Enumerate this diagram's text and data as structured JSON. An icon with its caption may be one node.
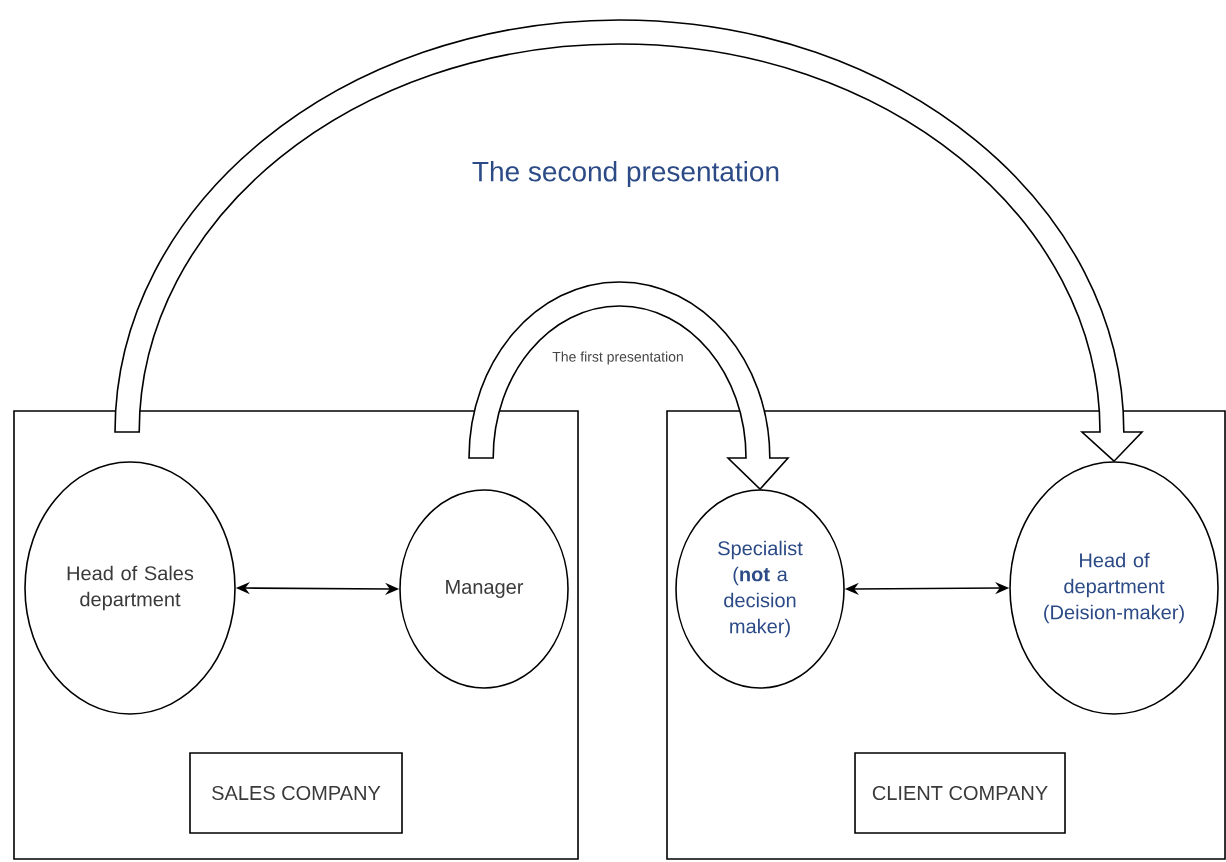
{
  "diagram": {
    "nodes": [
      {
        "text": [],
        "shape": "box"
      },
      {
        "text": [
          "Head of Sales department"
        ],
        "in": 0
      },
      {
        "text": [
          "Manager"
        ],
        "in": 0
      },
      {
        "text": [
          "SALES COMPANY"
        ],
        "in": 0
      },
      {
        "text": [],
        "shape": "box"
      },
      {
        "text": [
          "Specialist (**not** a decision maker)"
        ],
        "in": 4
      },
      {
        "text": [
          "Head of department (Deision-maker)"
        ],
        "in": 4
      },
      {
        "text": [
          "CLIENT COMPANY"
        ],
        "in": 4
      }
    ],
    "edges": [
      {
        "from": 1,
        "to": 2,
        "arrow": "both"
      },
      {
        "from": 5,
        "to": 6,
        "arrow": "both"
      },
      {
        "from": 2,
        "to": 5,
        "arrow": "to",
        "style": "thick",
        "label": "The first presentation"
      },
      {
        "from": 1,
        "to": 6,
        "arrow": "to",
        "style": "thick",
        "label": "The second presentation"
      }
    ]
  }
}
